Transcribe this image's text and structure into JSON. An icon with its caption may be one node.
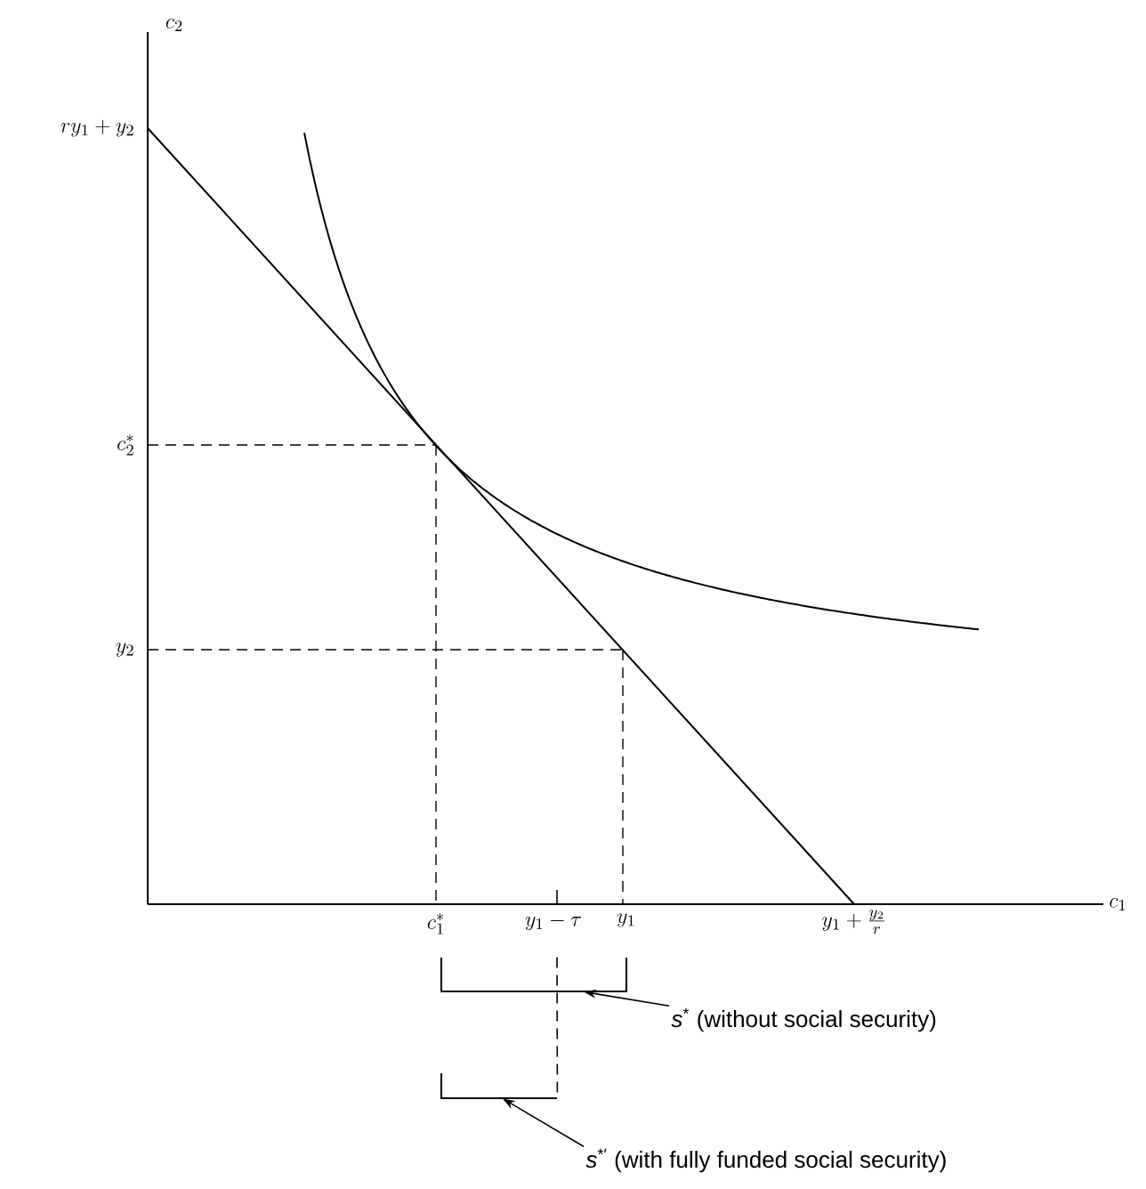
{
  "diagram": {
    "nodes": [
      {
        "text": [
          "*s*$^{*}$ (without social security)"
        ]
      },
      {
        "text": [
          "*s*$^{*′}$ (with fully funded social security)"
        ]
      },
      {
        "text": [],
        "shape": "bracket"
      },
      {
        "text": [],
        "shape": "bracket"
      }
    ],
    "edges": [
      {
        "from": 0,
        "to": 2,
        "arrow": "to"
      },
      {
        "from": 1,
        "to": 3,
        "arrow": "to"
      },
      {
        "from": 2,
        "to": 3,
        "arrow": "none",
        "style": "dashed"
      }
    ],
    "labels": [
      "c_2",
      "ry_1 + y_2",
      "c_2^*",
      "y_2",
      "c_1",
      "c_1^*",
      "y_1 - \\tau",
      "y_1",
      "y_1 + \\frac{y_2}{r}"
    ]
  }
}
